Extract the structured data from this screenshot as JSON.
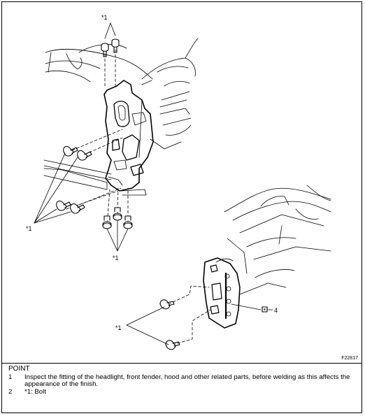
{
  "callouts": {
    "bolt_top": "*1",
    "bolt_left": "*1",
    "bolt_bottom": "*1",
    "bolt_lower_right": "*1",
    "part_4": "4"
  },
  "figure_id": "F22817",
  "notes": {
    "heading": "POINT",
    "items": [
      {
        "num": "1",
        "text": "Inspect the fitting of the headlight, front fender, hood and other related parts, before welding as this affects the appearance of the finish."
      },
      {
        "num": "2",
        "text": "*1: Bolt"
      }
    ]
  }
}
